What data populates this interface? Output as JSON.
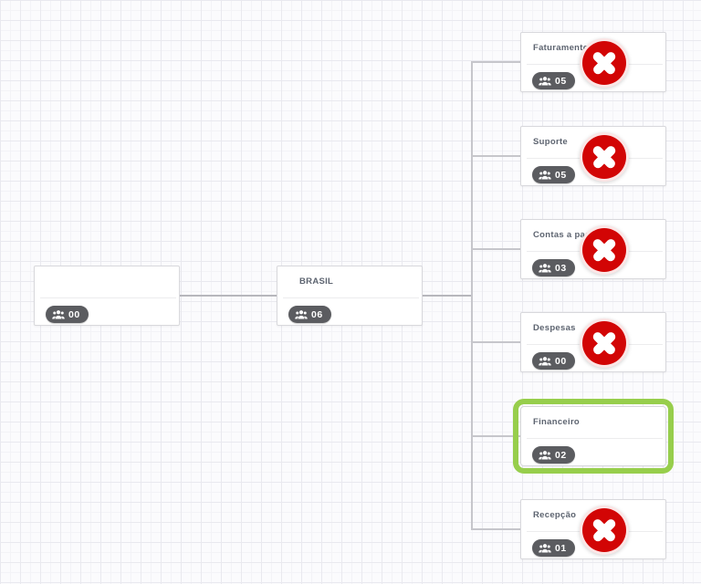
{
  "diagram": {
    "type": "org-chart",
    "colors": {
      "background": "#fbfbfd",
      "grid_line": "#e9e9ef",
      "connector": "#c6c6cb",
      "card_border": "#d8d8dc",
      "badge_background": "#5b5c60",
      "delete_red": "#d20505",
      "selection_green": "#97ce4c"
    },
    "nodes": [
      {
        "id": "root",
        "title": "",
        "member_count": "00",
        "deleted": false,
        "selected": false
      },
      {
        "id": "brasil",
        "title": "BRASIL",
        "member_count": "06",
        "deleted": false,
        "selected": false
      },
      {
        "id": "faturamento",
        "title": "Faturamento",
        "member_count": "05",
        "deleted": true,
        "selected": false
      },
      {
        "id": "suporte",
        "title": "Suporte",
        "member_count": "05",
        "deleted": true,
        "selected": false
      },
      {
        "id": "contas-a-pagar",
        "title": "Contas a pagar",
        "member_count": "03",
        "deleted": true,
        "selected": false
      },
      {
        "id": "despesas",
        "title": "Despesas",
        "member_count": "00",
        "deleted": true,
        "selected": false
      },
      {
        "id": "financeiro",
        "title": "Financeiro",
        "member_count": "02",
        "deleted": false,
        "selected": true
      },
      {
        "id": "recepcao",
        "title": "Recepção",
        "member_count": "01",
        "deleted": true,
        "selected": false
      }
    ],
    "edges": [
      {
        "from": "root",
        "to": "brasil"
      },
      {
        "from": "brasil",
        "to": "faturamento"
      },
      {
        "from": "brasil",
        "to": "suporte"
      },
      {
        "from": "brasil",
        "to": "contas-a-pagar"
      },
      {
        "from": "brasil",
        "to": "despesas"
      },
      {
        "from": "brasil",
        "to": "financeiro"
      },
      {
        "from": "brasil",
        "to": "recepcao"
      }
    ]
  }
}
